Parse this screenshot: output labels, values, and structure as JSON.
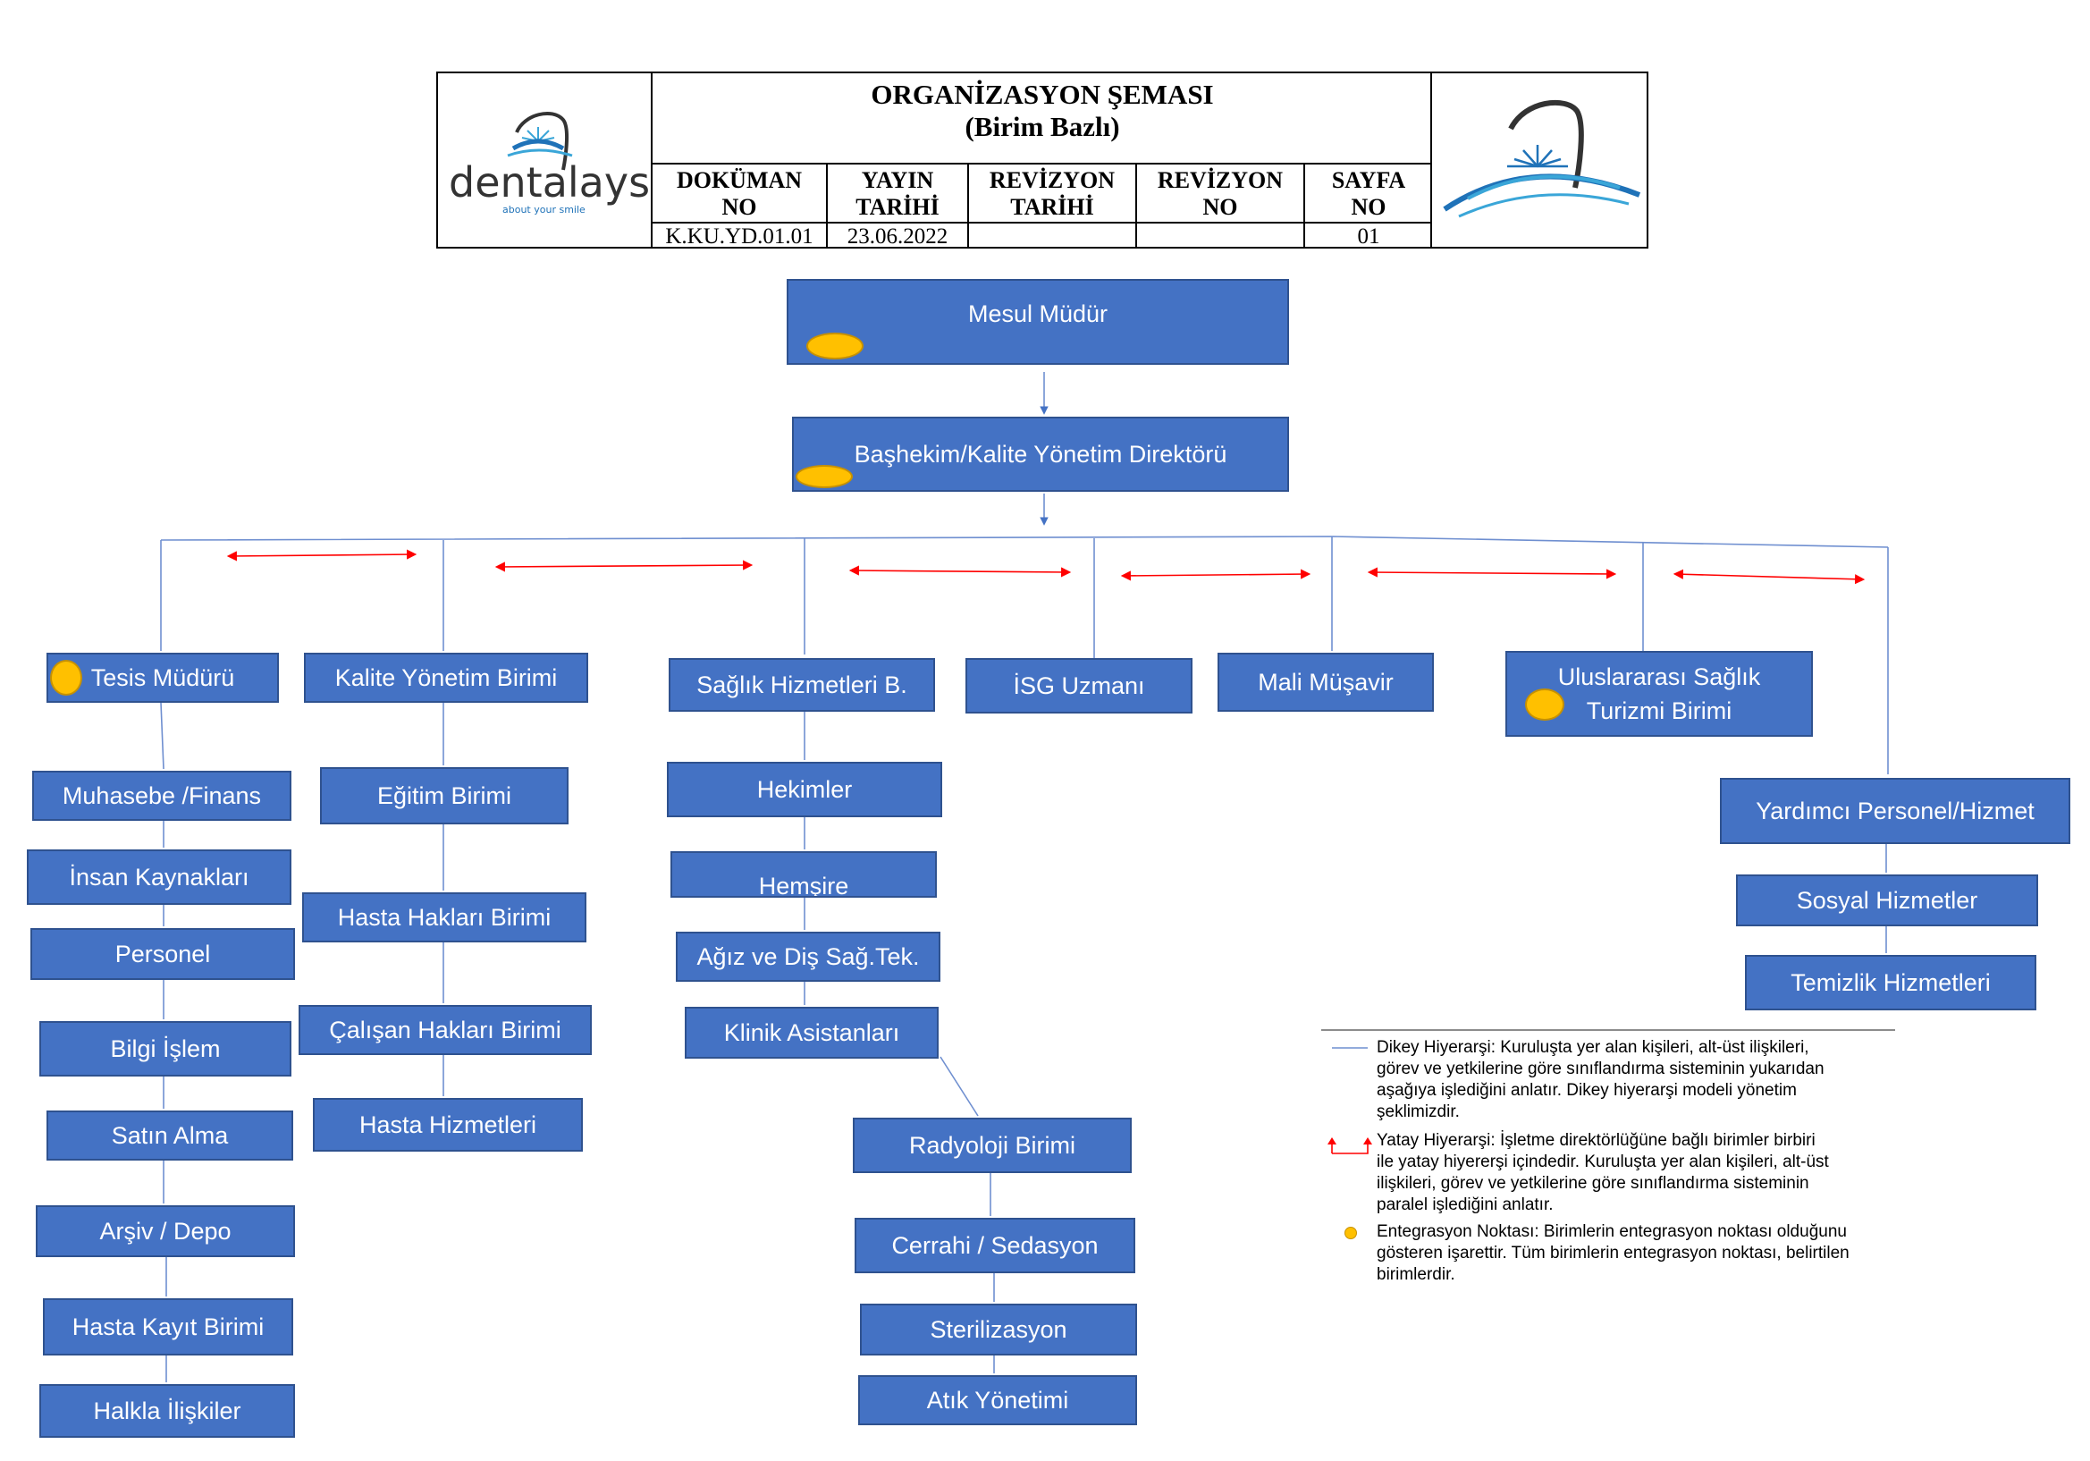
{
  "header": {
    "title": "ORGANİZASYON ŞEMASI",
    "subtitle": "(Birim Bazlı)",
    "logo_brand": "dentalays",
    "logo_tagline": "about your smile",
    "columns": [
      {
        "label": "DOKÜMAN\nNO",
        "value": "K.KU.YD.01.01"
      },
      {
        "label": "YAYIN\nTARİHİ",
        "value": "23.06.2022"
      },
      {
        "label": "REVİZYON\nTARİHİ",
        "value": ""
      },
      {
        "label": "REVİZYON\nNO",
        "value": ""
      },
      {
        "label": "SAYFA\nNO",
        "value": "01"
      }
    ]
  },
  "chart": {
    "top": "Mesul Müdür",
    "second": "Başhekim/Kalite Yönetim Direktörü",
    "dept_tesis": "Tesis Müdürü",
    "dept_kalite": "Kalite Yönetim Birimi",
    "dept_saglik": "Sağlık Hizmetleri B.",
    "dept_isg": "İSG Uzmanı",
    "dept_mali": "Mali Müşavir",
    "dept_ulus_1": "Uluslararası Sağlık",
    "dept_ulus_2": "Turizmi Birimi",
    "dept_yardimci": "Yardımcı Personel/Hizmet",
    "tesis_units": [
      "Muhasebe /Finans",
      "İnsan Kaynakları",
      "Personel",
      "Bilgi İşlem",
      "Satın Alma",
      "Arşiv / Depo",
      "Hasta Kayıt Birimi",
      "Halkla İlişkiler"
    ],
    "kalite_units": [
      "Eğitim Birimi",
      "Hasta Hakları Birimi",
      "Çalışan Hakları Birimi",
      "Hasta Hizmetleri"
    ],
    "saglik_units": [
      "Hekimler",
      "Hemşire",
      "Ağız ve Diş Sağ.Tek.",
      "Klinik Asistanları"
    ],
    "klinik_units": [
      "Radyoloji Birimi",
      "Cerrahi / Sedasyon",
      "Sterilizasyon",
      "Atık Yönetimi"
    ],
    "yardimci_units": [
      "Sosyal Hizmetler",
      "Temizlik Hizmetleri"
    ]
  },
  "legend": {
    "vertical": [
      "Dikey Hiyerarşi: Kuruluşta yer alan kişileri, alt-üst ilişkileri,",
      "görev ve yetkilerine göre sınıflandırma sisteminin yukarıdan",
      "aşağıya işlediğini anlatır. Dikey hiyerarşi modeli yönetim",
      "şeklimizdir."
    ],
    "horizontal": [
      "Yatay Hiyerarşi: İşletme direktörlüğüne bağlı birimler birbiri",
      "ile yatay hiyererşi içindedir. Kuruluşta yer alan kişileri, alt-üst",
      "ilişkileri, görev ve yetkilerine göre sınıflandırma sisteminin",
      "paralel işlediğini anlatır."
    ],
    "integration": [
      "Entegrasyon Noktası: Birimlerin entegrasyon noktası olduğunu",
      "gösteren işarettir. Tüm birimlerin entegrasyon noktası, belirtilen",
      "birimlerdir."
    ]
  },
  "colors": {
    "box_fill": "#4472c4",
    "box_border": "#2f528f",
    "connector": "#6f8fd0",
    "horizontal_arrow": "#ff0000",
    "integration_dot": "#ffc000"
  }
}
